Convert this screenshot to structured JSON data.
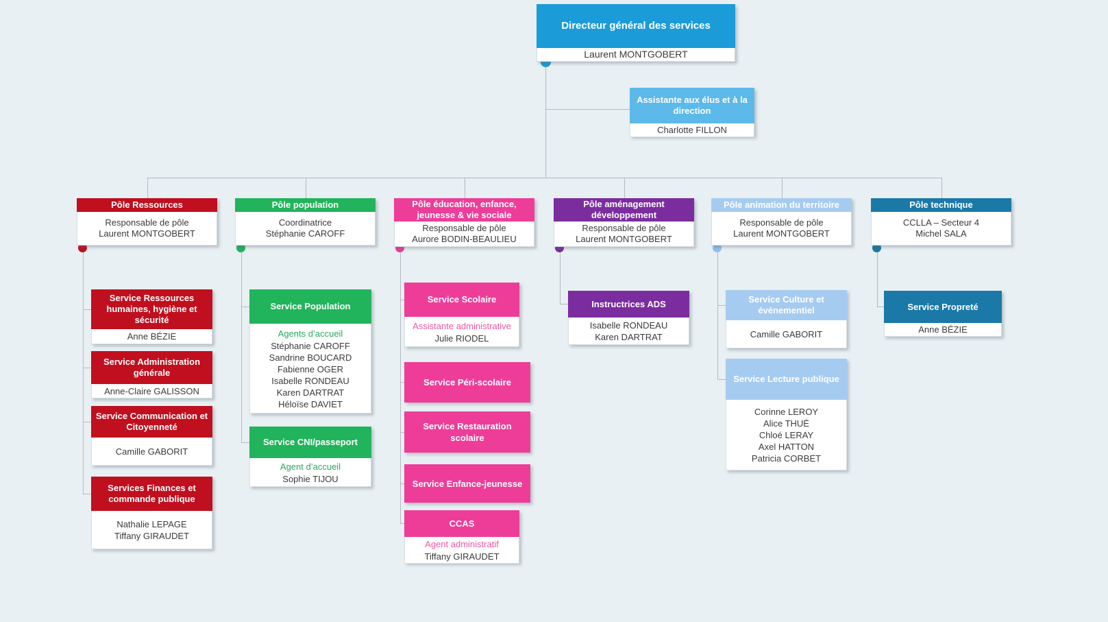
{
  "root": {
    "title": "Directeur général des services",
    "name": "Laurent MONTGOBERT"
  },
  "assistant": {
    "title": "Assistante aux élus et à la direction",
    "name": "Charlotte FILLON"
  },
  "poles": [
    {
      "title": "Pôle Ressources",
      "line1": "Responsable de pôle",
      "line2": "Laurent MONTGOBERT"
    },
    {
      "title": "Pôle population",
      "line1": "Coordinatrice",
      "line2": "Stéphanie CAROFF"
    },
    {
      "title": "Pôle éducation, enfance, jeunesse & vie sociale",
      "line1": "Responsable de pôle",
      "line2": "Aurore BODIN-BEAULIEU"
    },
    {
      "title": "Pôle aménagement développement",
      "line1": "Responsable de pôle",
      "line2": "Laurent MONTGOBERT"
    },
    {
      "title": "Pôle animation du territoire",
      "line1": "Responsable de pôle",
      "line2": "Laurent MONTGOBERT"
    },
    {
      "title": "Pôle technique",
      "line1": "CCLLA – Secteur 4",
      "line2": "Michel SALA"
    }
  ],
  "services": {
    "r1": {
      "title": "Service Ressources humaines, hygiène et sécurité",
      "names": [
        "Anne BÉZIE"
      ]
    },
    "r2": {
      "title": "Service Administration générale",
      "names": [
        "Anne-Claire GALISSON"
      ]
    },
    "r3": {
      "title": "Service Communication et Citoyenneté",
      "names": [
        "Camille GABORIT"
      ]
    },
    "r4": {
      "title": "Services Finances et commande publique",
      "names": [
        "Nathalie LEPAGE",
        "Tiffany GIRAUDET"
      ]
    },
    "g1": {
      "title": "Service Population",
      "role": "Agents d’accueil",
      "names": [
        "Stéphanie CAROFF",
        "Sandrine BOUCARD",
        "Fabienne OGER",
        "Isabelle RONDEAU",
        "Karen DARTRAT",
        "Héloïse DAVIET"
      ]
    },
    "g2": {
      "title": "Service CNI/passeport",
      "role": "Agent d’accueil",
      "names": [
        "Sophie TIJOU"
      ]
    },
    "p1": {
      "title": "Service Scolaire",
      "role": "Assistante administrative",
      "names": [
        "Julie RIODEL"
      ]
    },
    "p2": {
      "title": "Service Péri-scolaire"
    },
    "p3": {
      "title": "Service Restauration scolaire"
    },
    "p4": {
      "title": "Service Enfance-jeunesse"
    },
    "p5": {
      "title": "CCAS",
      "role": "Agent administratif",
      "names": [
        "Tiffany GIRAUDET"
      ]
    },
    "u1": {
      "title": "Instructrices ADS",
      "names": [
        "Isabelle RONDEAU",
        "Karen DARTRAT"
      ]
    },
    "b1": {
      "title": "Service Culture et événementiel",
      "names": [
        "Camille GABORIT"
      ]
    },
    "b2": {
      "title": "Service Lecture publique",
      "names": [
        "Corinne LEROY",
        "Alice THUÉ",
        "Chloé LERAY",
        "Axel HATTON",
        "Patricia CORBET"
      ]
    },
    "t1": {
      "title": "Service Propreté",
      "names": [
        "Anne BÉZIE"
      ]
    }
  },
  "colors": {
    "background": "#e9f0f4",
    "dgs_blue": "#1b9cd8",
    "assistant_blue": "#5cb9e9",
    "red": "#c00f1e",
    "green": "#21b45c",
    "pink": "#ee3d99",
    "purple": "#7b2d9f",
    "pale_blue": "#a6cbf1",
    "teal": "#1b79a8",
    "role_green": "#27a95f",
    "role_pink": "#ee55a3",
    "connector_gray": "#b3bac0"
  }
}
